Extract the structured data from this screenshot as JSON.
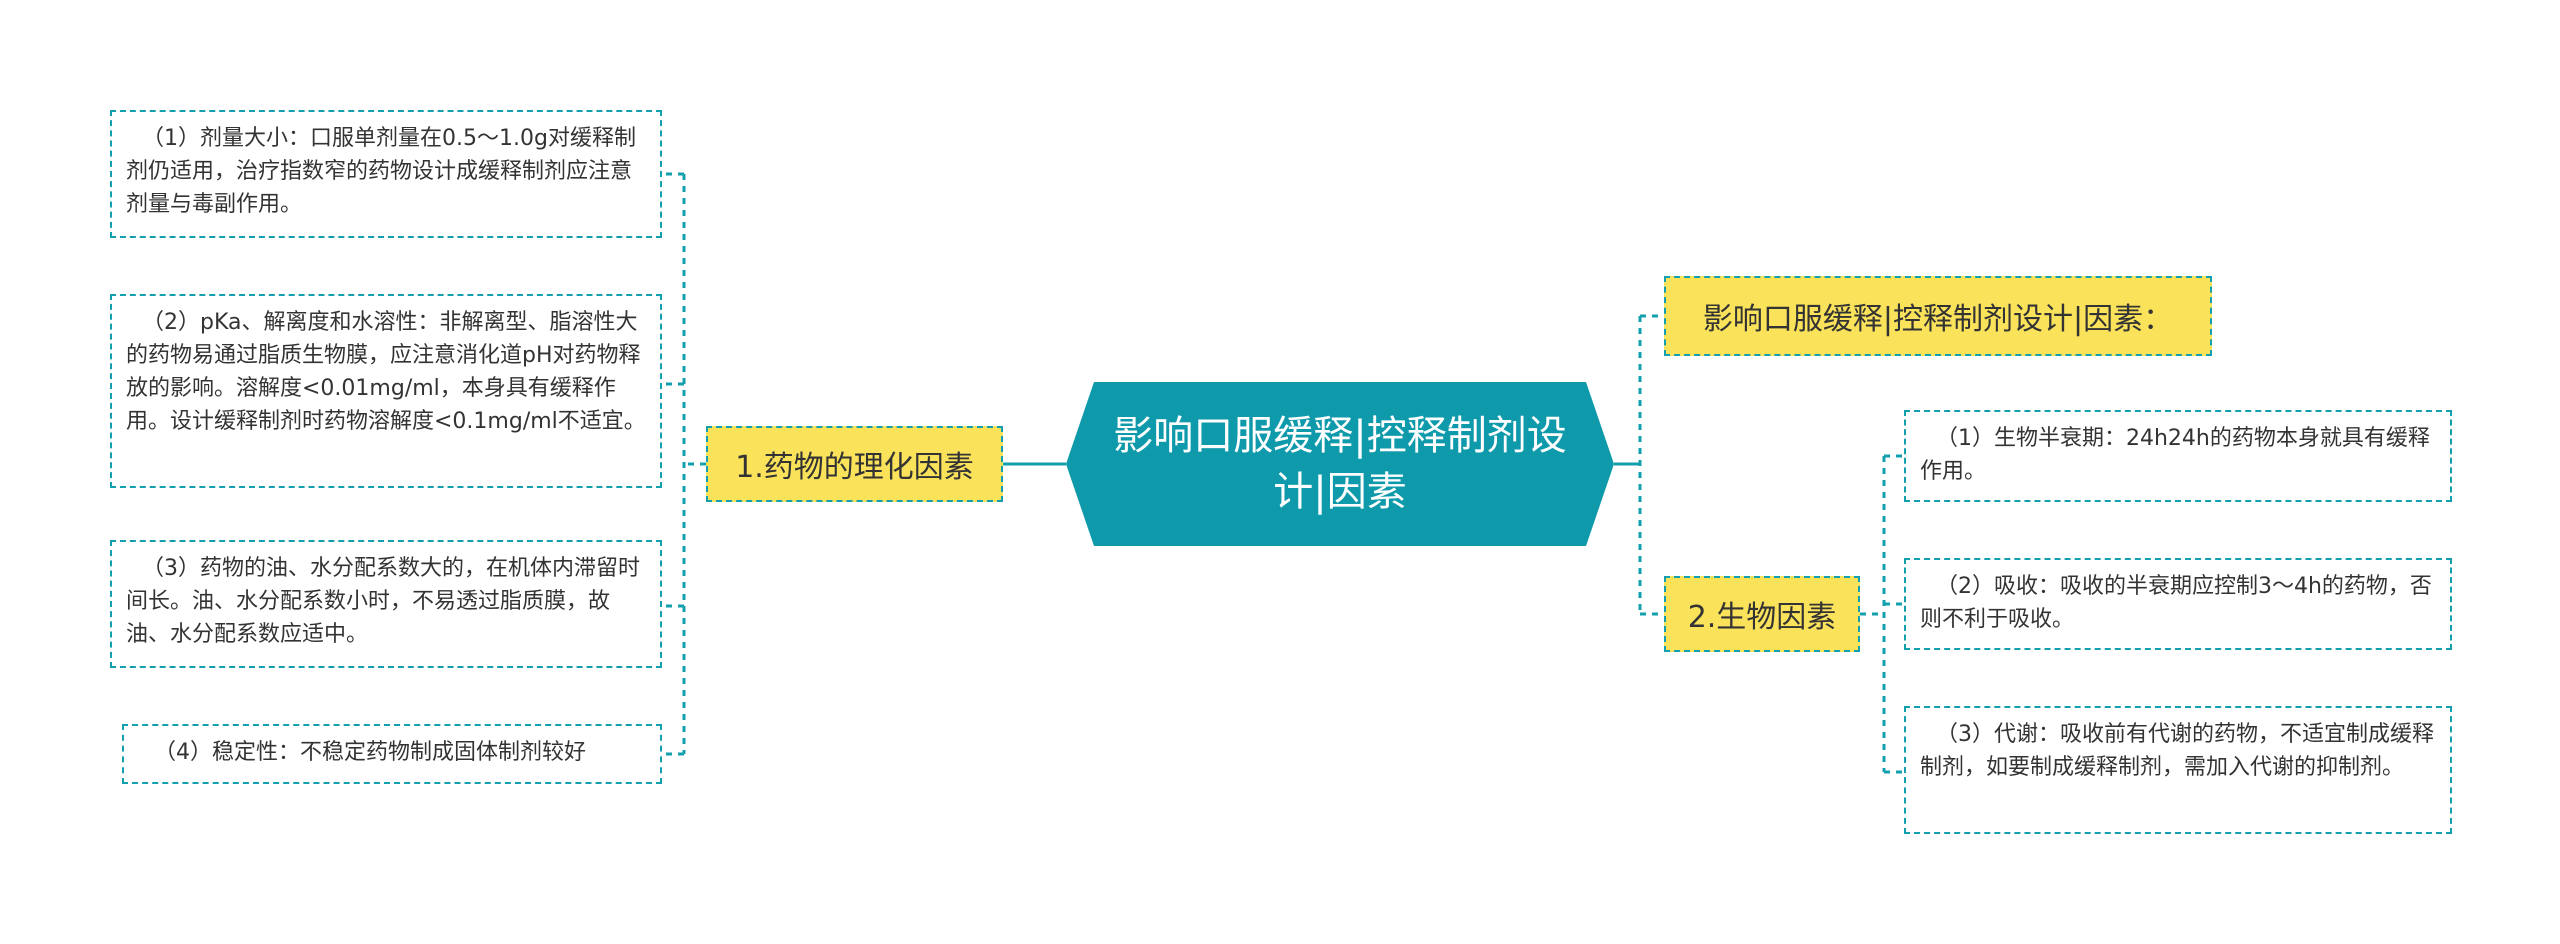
{
  "central": {
    "title": "影响口服缓释|控释制剂设计|因素"
  },
  "left_branch": {
    "label": "1.药物的理化因素",
    "items": [
      "（1）剂量大小：口服单剂量在0.5～1.0g对缓释制剂仍适用，治疗指数窄的药物设计成缓释制剂应注意剂量与毒副作用。",
      "（2）pKa、解离度和水溶性：非解离型、脂溶性大的药物易通过脂质生物膜，应注意消化道pH对药物释放的影响。溶解度<0.01mg/ml，本身具有缓释作用。设计缓释制剂时药物溶解度<0.1mg/ml不适宜。",
      "（3）药物的油、水分配系数大的，在机体内滞留时间长。油、水分配系数小时，不易透过脂质膜，故油、水分配系数应适中。",
      "（4）稳定性：不稳定药物制成固体制剂较好"
    ]
  },
  "right_header": {
    "label": "影响口服缓释|控释制剂设计|因素："
  },
  "right_branch": {
    "label": "2.生物因素",
    "items": [
      "（1）生物半衰期：24h24h的药物本身就具有缓释作用。",
      "（2）吸收：吸收的半衰期应控制3～4h的药物，否则不利于吸收。",
      "（3）代谢：吸收前有代谢的药物，不适宜制成缓释制剂，如要制成缓释制剂，需加入代谢的抑制剂。"
    ]
  },
  "colors": {
    "central_fill": "#0f9aab",
    "topic_fill": "#fae35b",
    "line": "#139fad",
    "text": "#333333"
  }
}
